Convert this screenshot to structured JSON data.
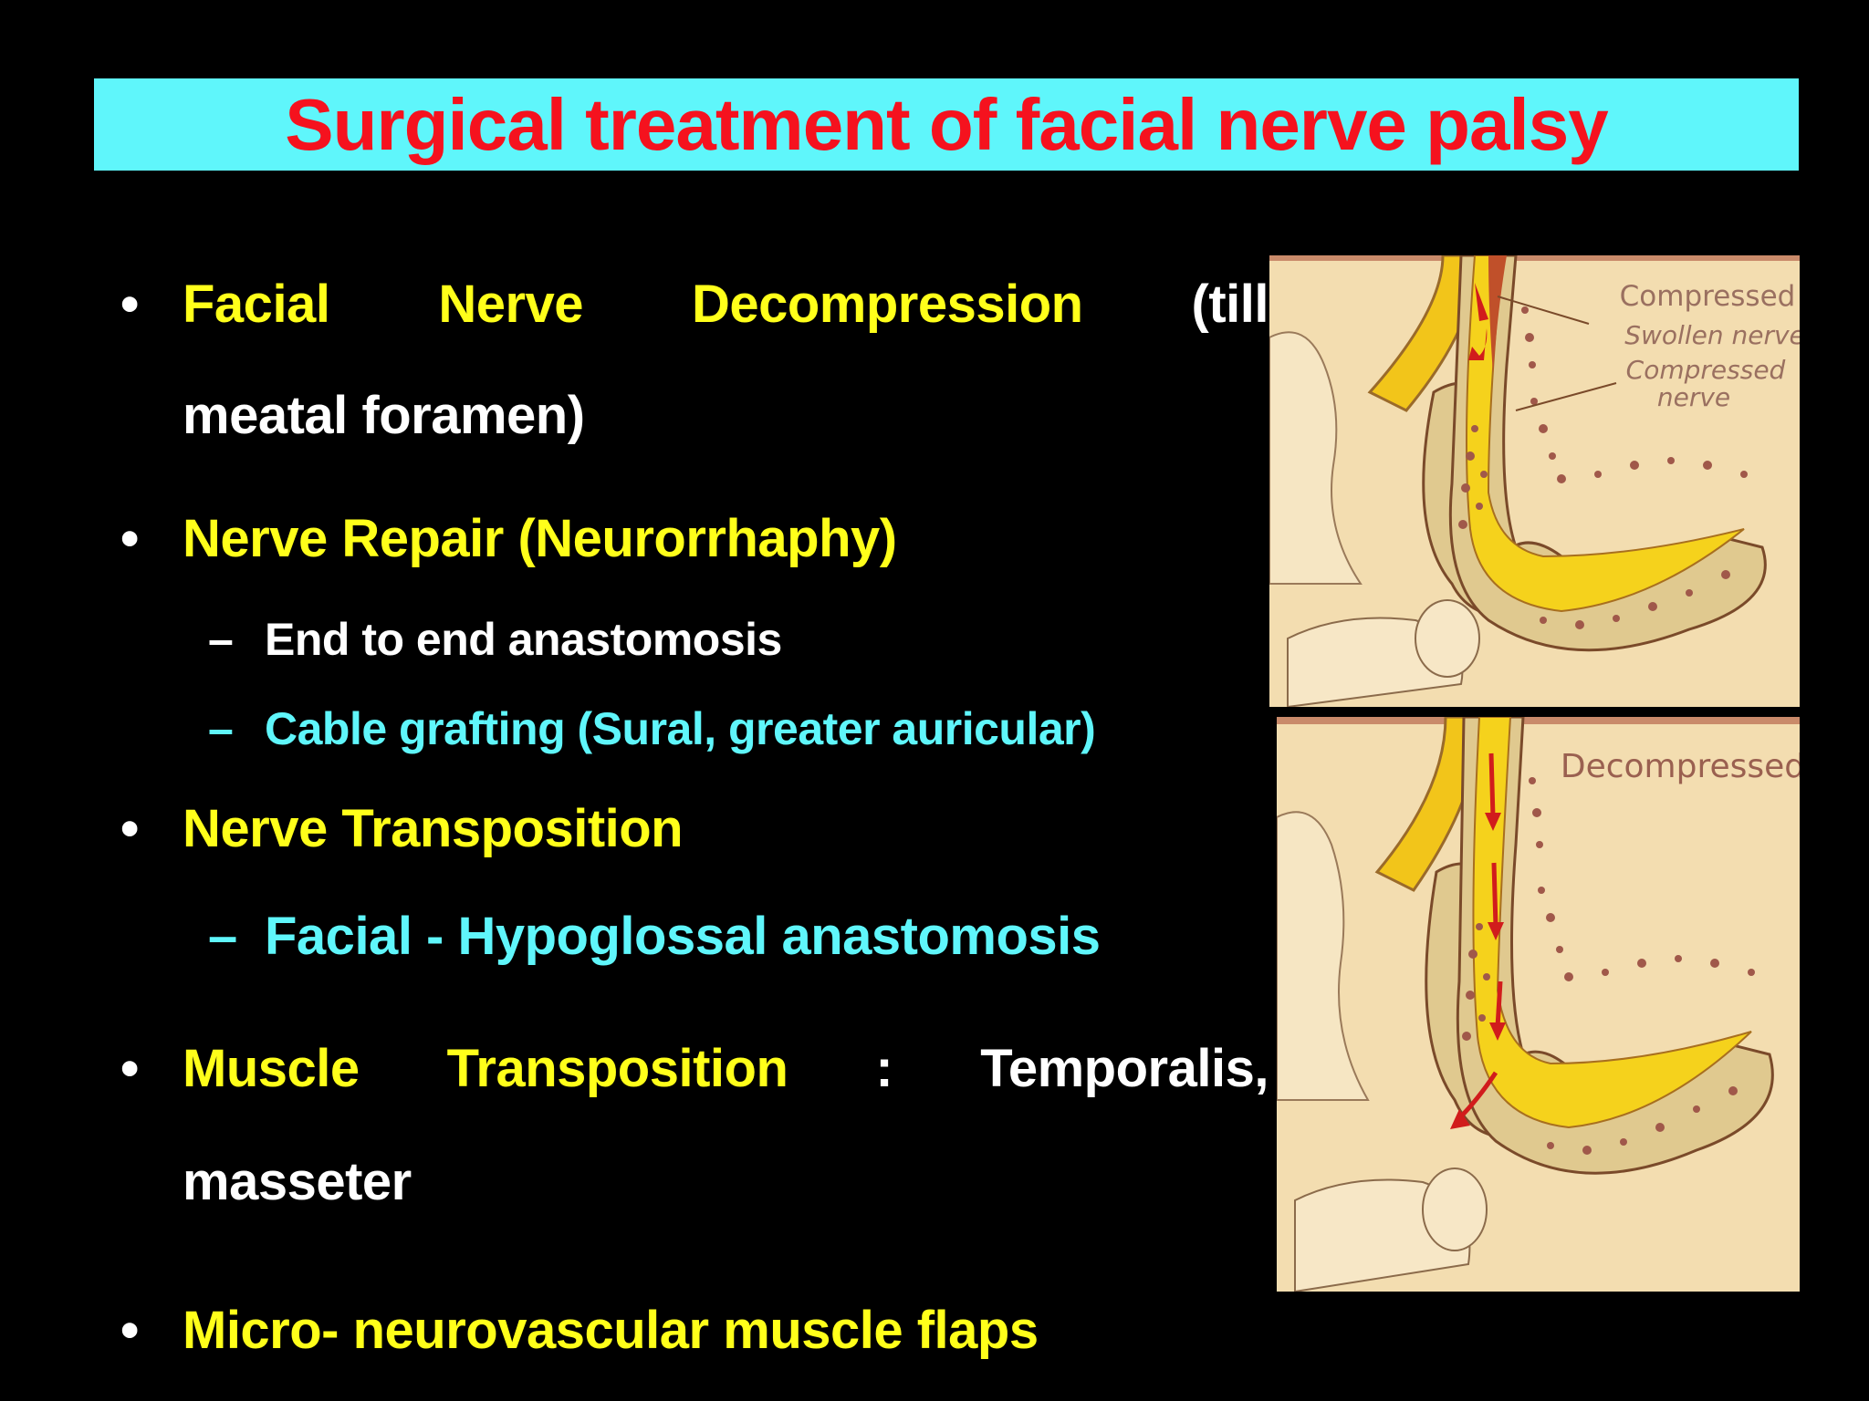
{
  "title": "Surgical treatment of facial nerve palsy",
  "bullet_char": "•",
  "dash_char": "–",
  "items": [
    {
      "words": [
        "Facial",
        "Nerve",
        "Decompression"
      ],
      "suffix": "(till",
      "cont": "meatal foramen)"
    },
    {
      "text": "Nerve Repair (Neurorrhaphy)"
    },
    {
      "text": "End  to end anastomosis"
    },
    {
      "text": "Cable grafting (Sural, greater auricular)"
    },
    {
      "text": "Nerve Transposition"
    },
    {
      "text": "Facial - Hypoglossal anastomosis"
    },
    {
      "words": [
        "Muscle",
        "Transposition",
        ":"
      ],
      "suffix": "Temporalis,",
      "cont": "masseter"
    },
    {
      "text": "Micro- neurovascular muscle flaps"
    }
  ],
  "figures": {
    "top": {
      "label1": "Compressed",
      "label2": "Swollen nerve",
      "label3": "Compressed",
      "label4": "nerve"
    },
    "bottom": {
      "label1": "Decompressed"
    }
  },
  "colors": {
    "title_bg": "#5ff6fb",
    "title_text": "#f5121e",
    "yellow": "#ffff1a",
    "cyan": "#5ff6fb",
    "white": "#ffffff",
    "background": "#000000"
  }
}
